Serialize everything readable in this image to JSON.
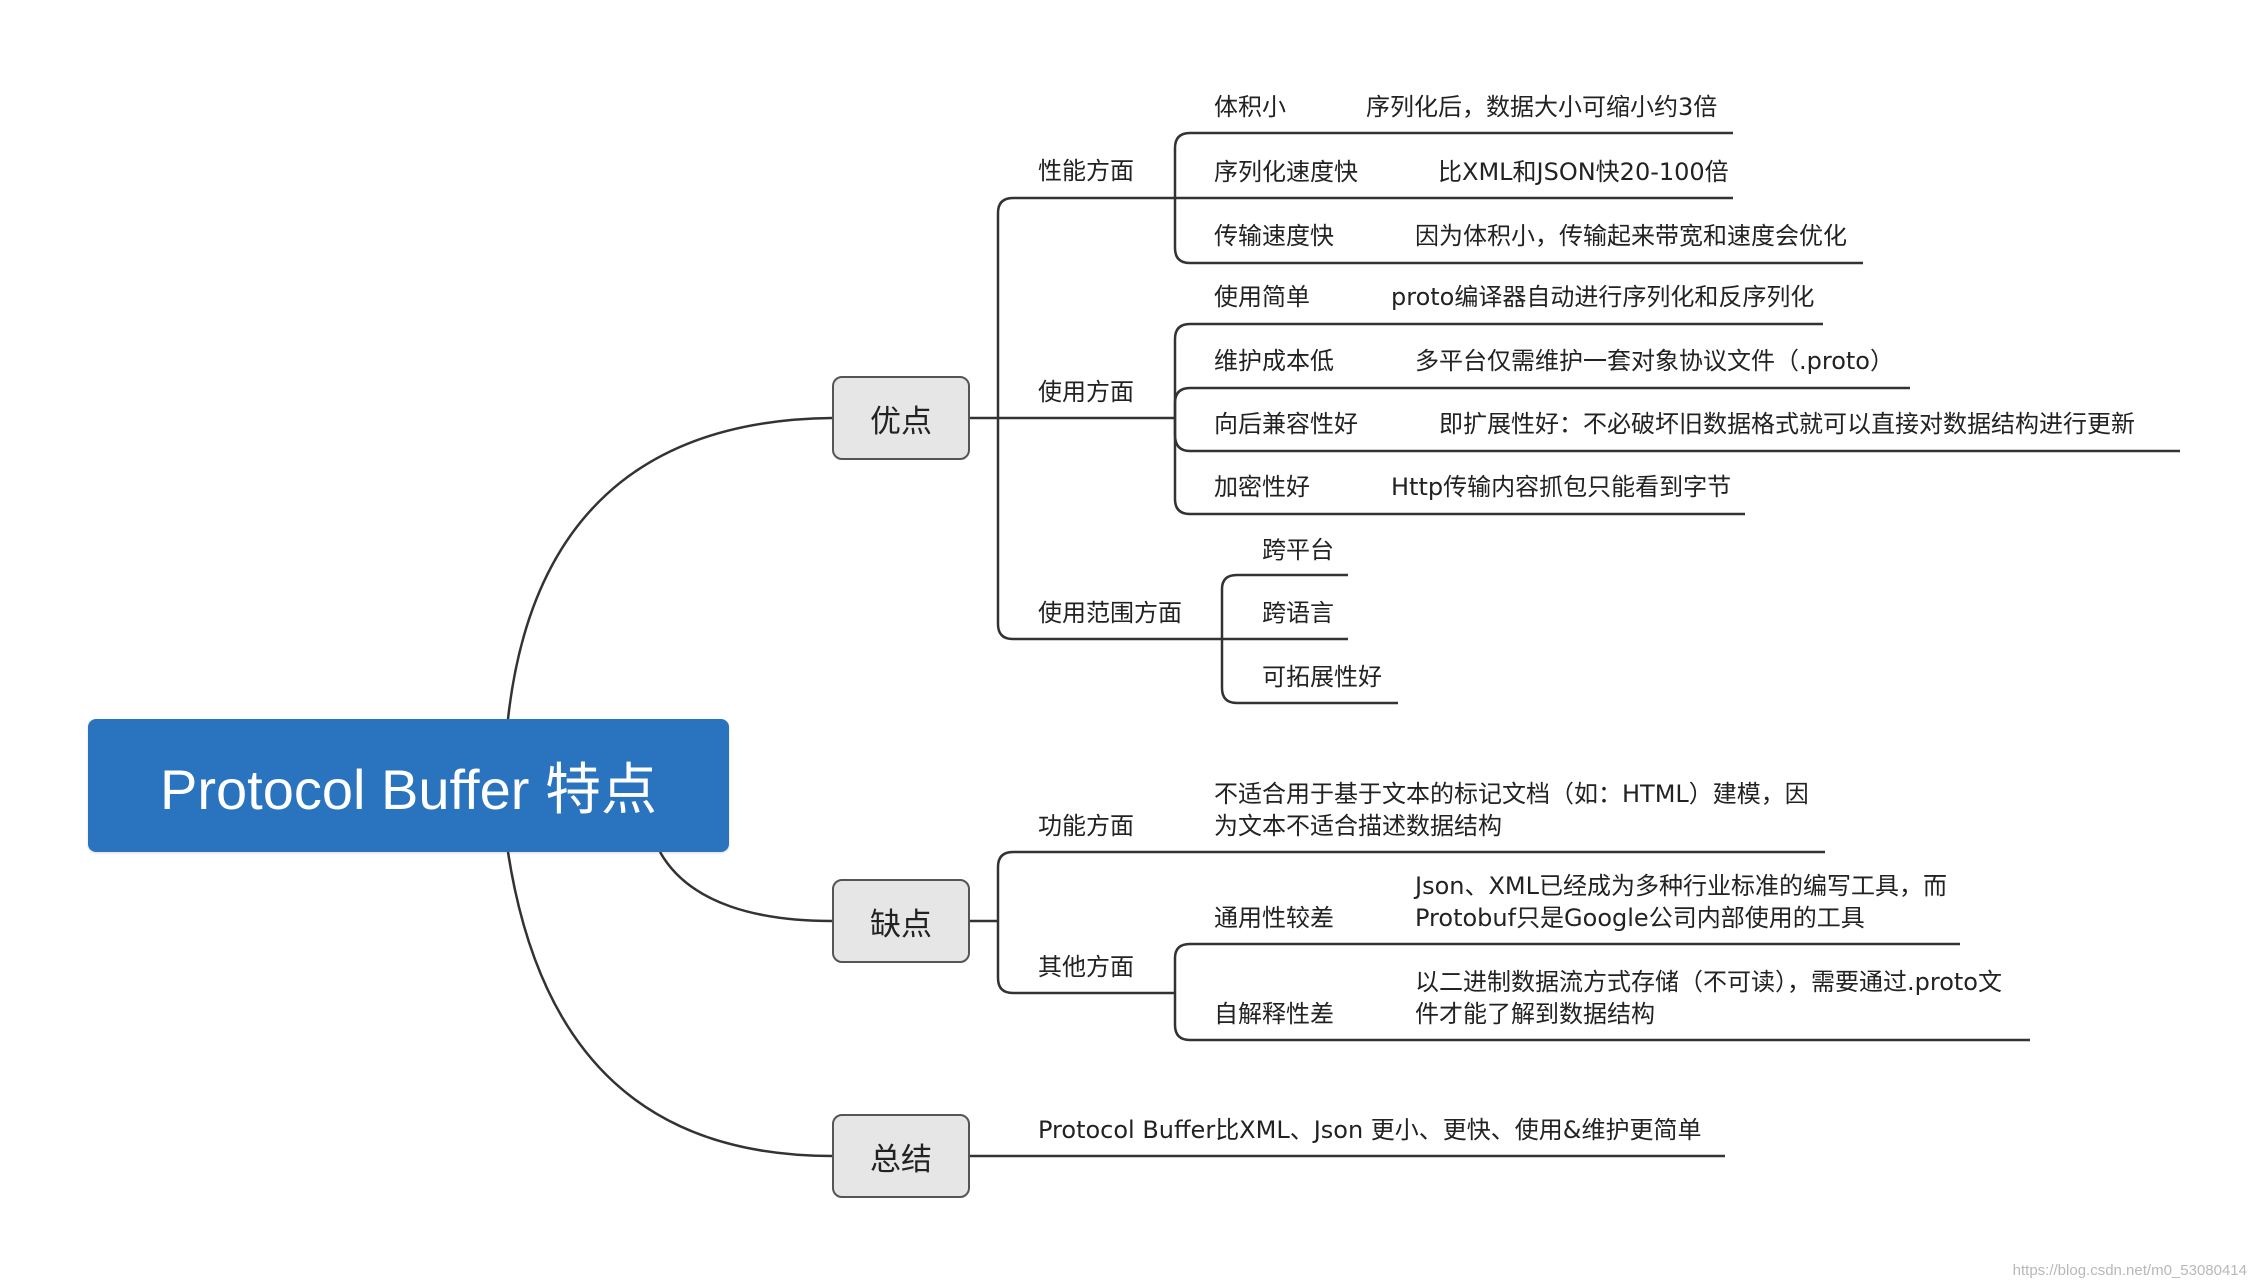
{
  "root": {
    "title": "Protocol Buffer 特点"
  },
  "pros": {
    "label": "优点",
    "performance": {
      "label": "性能方面",
      "items": [
        {
          "label": "体积小",
          "detail": "序列化后，数据大小可缩小约3倍"
        },
        {
          "label": "序列化速度快",
          "detail": "比XML和JSON快20-100倍"
        },
        {
          "label": "传输速度快",
          "detail": "因为体积小，传输起来带宽和速度会优化"
        }
      ]
    },
    "usage": {
      "label": "使用方面",
      "items": [
        {
          "label": "使用简单",
          "detail": "proto编译器自动进行序列化和反序列化"
        },
        {
          "label": "维护成本低",
          "detail": "多平台仅需维护一套对象协议文件（.proto）"
        },
        {
          "label": "向后兼容性好",
          "detail": "即扩展性好：不必破坏旧数据格式就可以直接对数据结构进行更新"
        },
        {
          "label": "加密性好",
          "detail": "Http传输内容抓包只能看到字节"
        }
      ]
    },
    "scope": {
      "label": "使用范围方面",
      "items": [
        "跨平台",
        "跨语言",
        "可拓展性好"
      ]
    }
  },
  "cons": {
    "label": "缺点",
    "function": {
      "label": "功能方面",
      "detail_lines": [
        "不适合用于基于文本的标记文档（如：HTML）建模，因",
        "为文本不适合描述数据结构"
      ]
    },
    "other": {
      "label": "其他方面",
      "items": [
        {
          "label": "通用性较差",
          "detail_lines": [
            "Json、XML已经成为多种行业标准的编写工具，而",
            "Protobuf只是Google公司内部使用的工具"
          ]
        },
        {
          "label": "自解释性差",
          "detail_lines": [
            "以二进制数据流方式存储（不可读），需要通过.proto文",
            "件才能了解到数据结构"
          ]
        }
      ]
    }
  },
  "summary": {
    "label": "总结",
    "text": "Protocol Buffer比XML、Json 更小、更快、使用&维护更简单"
  },
  "watermark": "https://blog.csdn.net/m0_53080414",
  "colors": {
    "root_fill": "#2a74bf",
    "node_fill": "#e6e6e6",
    "line": "#333333"
  }
}
